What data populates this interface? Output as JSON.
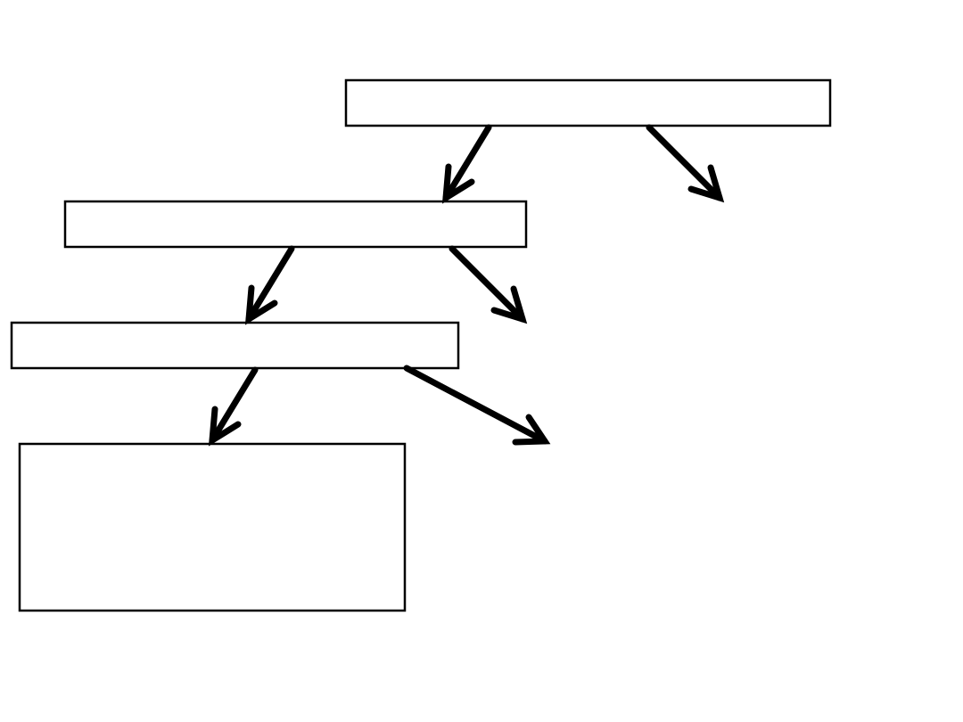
{
  "diagram": {
    "type": "tree",
    "stroke_color": "#000000",
    "background_color": "#ffffff",
    "nodes": [
      {
        "id": "node-top",
        "label": ""
      },
      {
        "id": "node-second",
        "label": ""
      },
      {
        "id": "node-third",
        "label": ""
      },
      {
        "id": "node-bottom",
        "label": ""
      }
    ],
    "edges": [
      {
        "from": "node-top",
        "to": "node-second"
      },
      {
        "from": "node-top",
        "to": ""
      },
      {
        "from": "node-second",
        "to": "node-third"
      },
      {
        "from": "node-second",
        "to": ""
      },
      {
        "from": "node-third",
        "to": "node-bottom"
      },
      {
        "from": "node-third",
        "to": ""
      }
    ]
  }
}
